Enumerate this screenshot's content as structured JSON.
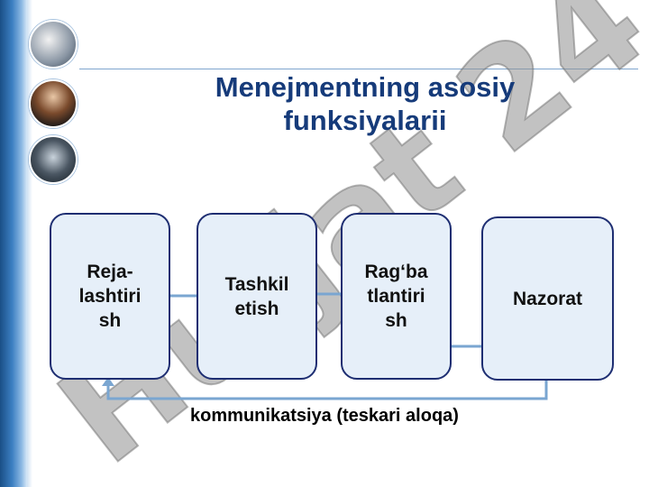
{
  "slide": {
    "title_line1": "Menejmentning asosiy",
    "title_line2": "funksiyalarii",
    "watermark_text": "Hujjat 24"
  },
  "diagram": {
    "boxes": [
      {
        "label": "Reja-\nlashtiri\nsh"
      },
      {
        "label": "Tashkil\netish"
      },
      {
        "label": "Rag‘ba\ntlantiri\nsh"
      },
      {
        "label": "Nazorat"
      }
    ],
    "feedback_label": "kommunikatsiya  (teskari aloqa)"
  },
  "colors": {
    "title": "#163b7a",
    "box_border": "#1e2e72",
    "box_fill": "#e6eff9",
    "connector": "#7aa6d1",
    "watermark": "#8f8f8f"
  }
}
